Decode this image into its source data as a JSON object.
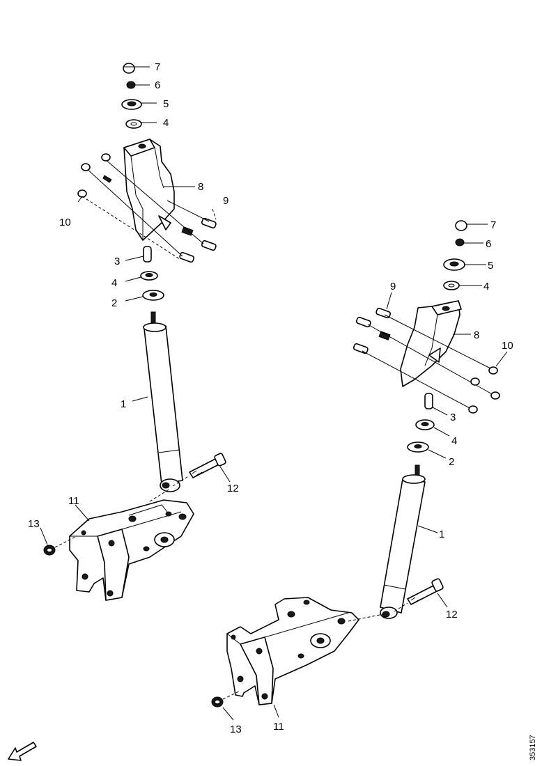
{
  "left_assembly": {
    "labels": [
      "7",
      "6",
      "5",
      "4",
      "8",
      "9",
      "10",
      "3",
      "4",
      "2",
      "1",
      "12",
      "11",
      "13"
    ]
  },
  "right_assembly": {
    "labels": [
      "7",
      "6",
      "5",
      "9",
      "4",
      "8",
      "10",
      "3",
      "4",
      "2",
      "1",
      "12",
      "11",
      "13"
    ]
  },
  "document_id": "353157",
  "icons": {
    "orientation": "front-direction-arrow-icon"
  }
}
